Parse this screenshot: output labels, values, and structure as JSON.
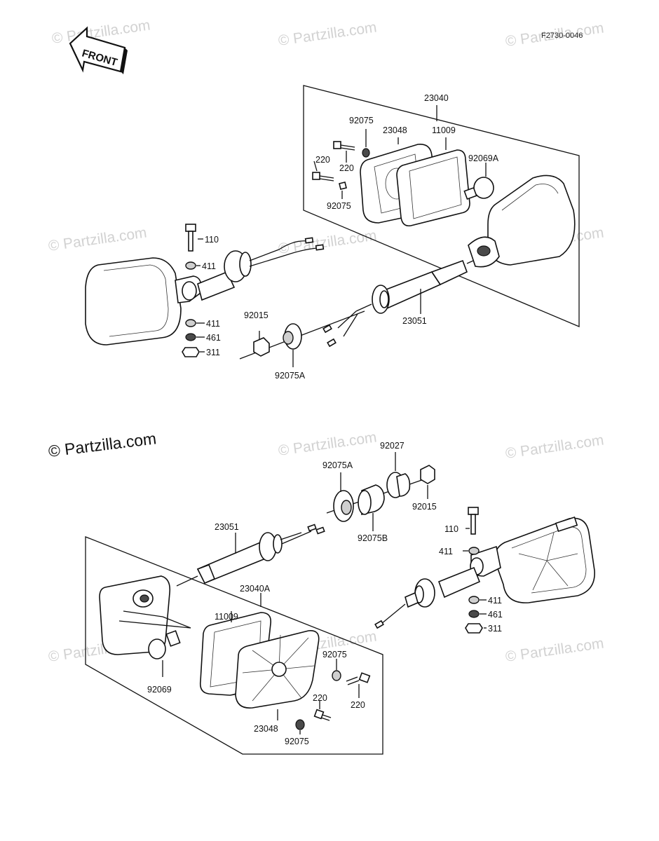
{
  "ref_code": "F2730-0046",
  "front_label": "FRONT",
  "copyright": "© Partzilla.com",
  "watermark": "© Partzilla.com",
  "upper_assembly": {
    "frame_label": "23040",
    "labels": {
      "washer_a": "92075",
      "lens": "23048",
      "gasket": "11009",
      "screw_b": "220",
      "screw_a": "220",
      "bulb": "92069A",
      "washer_b": "92075",
      "bolt": "110",
      "washer_411": "411",
      "washer_411_b": "411",
      "washer_461": "461",
      "nut_311": "311",
      "nut_92015": "92015",
      "grommet": "92075A",
      "stem": "23051"
    }
  },
  "lower_assembly": {
    "frame_label": "23040A",
    "labels": {
      "grommet_a": "92075A",
      "collar": "92027",
      "nut_92015": "92015",
      "grommet_b": "92075B",
      "stem": "23051",
      "bolt": "110",
      "washer_411": "411",
      "washer_411_b": "411",
      "washer_461": "461",
      "nut_311": "311",
      "gasket": "11009",
      "washer_a": "92075",
      "screw_a": "220",
      "screw_b": "220",
      "bulb": "92069",
      "lens": "23048",
      "washer_b": "92075"
    }
  }
}
